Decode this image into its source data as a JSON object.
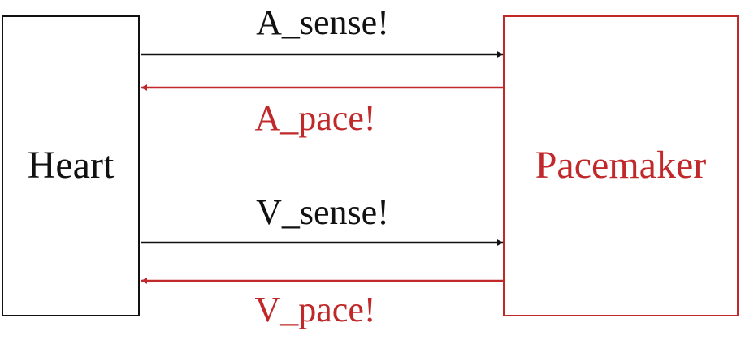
{
  "colors": {
    "black": "#111111",
    "red": "#c0282a"
  },
  "blocks": {
    "heart": {
      "label": "Heart"
    },
    "pacemaker": {
      "label": "Pacemaker"
    }
  },
  "signals": {
    "a_sense": {
      "label": "A_sense!",
      "direction": "heart-to-pacemaker"
    },
    "a_pace": {
      "label": "A_pace!",
      "direction": "pacemaker-to-heart"
    },
    "v_sense": {
      "label": "V_sense!",
      "direction": "heart-to-pacemaker"
    },
    "v_pace": {
      "label": "V_pace!",
      "direction": "pacemaker-to-heart"
    }
  }
}
